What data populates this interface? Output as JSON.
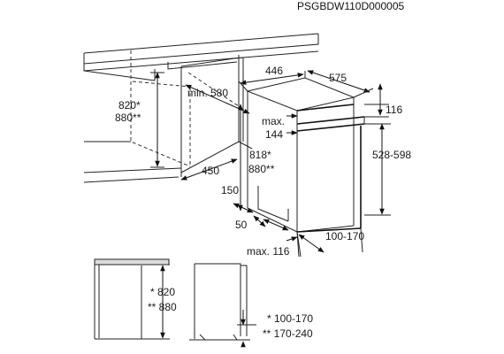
{
  "doc_code": "PSGBDW110D000005",
  "dimensions": {
    "niche_height_1": "820*",
    "niche_height_2": "880**",
    "min_depth": "min. 580",
    "niche_depth": "450",
    "width": "446",
    "depth": "575",
    "panel_height": "116",
    "max_label": "max.",
    "max_value": "144",
    "appliance_height_1": "818*",
    "appliance_height_2": "880**",
    "adjust_range": "528-598",
    "plinth_depth": "150",
    "plinth_height": "50",
    "max_plinth": "max. 116",
    "feet_range": "100-170",
    "bottom_height_1": "* 820",
    "bottom_height_2": "** 880",
    "bottom_feet_1": "* 100-170",
    "bottom_feet_2": "** 170-240"
  }
}
